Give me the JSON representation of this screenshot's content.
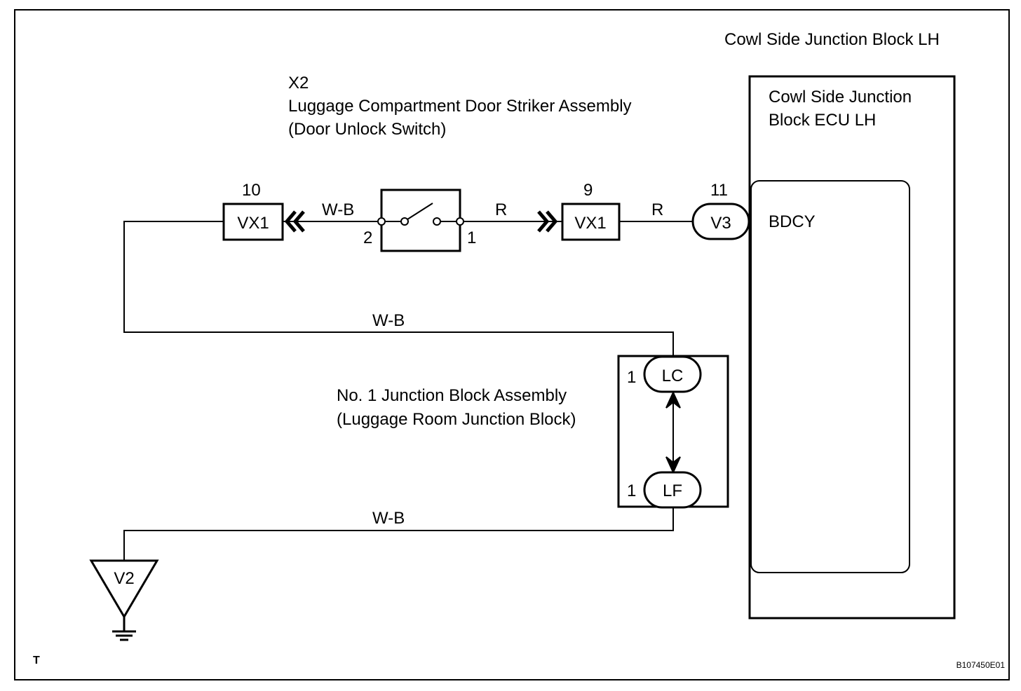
{
  "block": {
    "outer_label": "Cowl Side Junction Block LH",
    "ecu_label_line1": "Cowl Side Junction",
    "ecu_label_line2": "Block ECU LH",
    "terminal": "BDCY"
  },
  "switch": {
    "code": "X2",
    "name": "Luggage Compartment Door Striker Assembly",
    "subname": "(Door Unlock Switch)",
    "pin_left": "2",
    "pin_right": "1"
  },
  "connectors": {
    "left": {
      "name": "VX1",
      "pin": "10"
    },
    "right": {
      "name": "VX1",
      "pin": "9"
    },
    "ecu": {
      "name": "V3",
      "pin": "11"
    }
  },
  "junction": {
    "name": "No. 1 Junction Block Assembly",
    "subname": "(Luggage Room Junction Block)",
    "top": {
      "name": "LC",
      "pin": "1"
    },
    "bottom": {
      "name": "LF",
      "pin": "1"
    }
  },
  "wires": {
    "switch_left": "W-B",
    "switch_right": "R",
    "to_ecu": "R",
    "to_junction": "W-B",
    "to_ground": "W-B"
  },
  "ground": {
    "name": "V2"
  },
  "footer": {
    "corner_mark": "T",
    "figure_id": "B107450E01"
  }
}
